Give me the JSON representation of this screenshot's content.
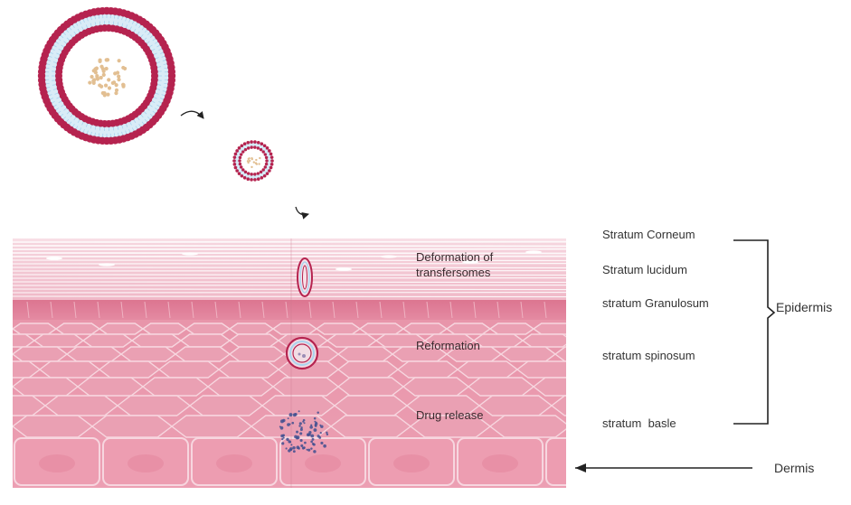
{
  "overlay_labels": {
    "deformation_line1": "Deformation of",
    "deformation_line2": "transfersomes",
    "reformation": "Reformation",
    "drug_release": "Drug release"
  },
  "layers": {
    "stratum_corneum": "Stratum Corneum",
    "stratum_lucidum": "Stratum lucidum",
    "stratum_granulosum": "stratum Granulosum",
    "stratum_spinosum": "stratum spinosum",
    "stratum_basle": "stratum  basle"
  },
  "groups": {
    "epidermis": "Epidermis",
    "dermis": "Dermis"
  },
  "colors": {
    "vesicle_head": "#b5234f",
    "vesicle_tail": "#a9d3ee",
    "drug_core": "#e2bf92",
    "skin_top": "#f6d3dd",
    "skin_mid": "#e27f99",
    "skin_cells": "#eaa0b3",
    "cell_border": "#f7d6df",
    "drug_dots": "#3f4f8f"
  }
}
